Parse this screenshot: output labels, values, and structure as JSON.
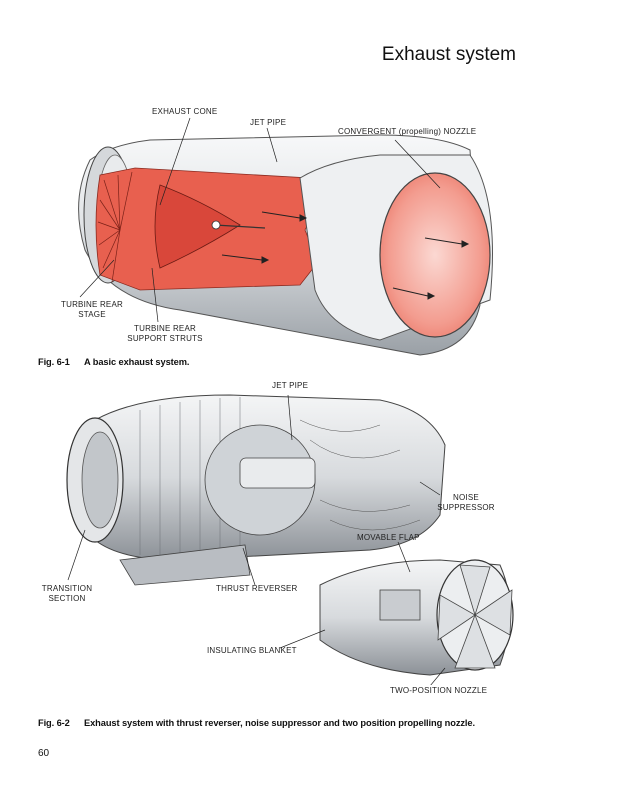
{
  "page": {
    "title": "Exhaust system",
    "page_number": "60"
  },
  "figure1": {
    "number": "Fig. 6-1",
    "caption": "A basic exhaust system.",
    "labels": {
      "exhaust_cone": "EXHAUST CONE",
      "jet_pipe": "JET PIPE",
      "convergent_nozzle": "CONVERGENT (propelling) NOZZLE",
      "turbine_rear_stage_1": "TURBINE REAR",
      "turbine_rear_stage_2": "STAGE",
      "support_struts_1": "TURBINE REAR",
      "support_struts_2": "SUPPORT STRUTS"
    }
  },
  "figure2": {
    "number": "Fig. 6-2",
    "caption": "Exhaust system with thrust reverser, noise suppressor and two position propelling nozzle.",
    "labels": {
      "jet_pipe": "JET PIPE",
      "noise_suppressor_1": "NOISE",
      "noise_suppressor_2": "SUPPRESSOR",
      "movable_flap": "MOVABLE FLAP",
      "transition_1": "TRANSITION",
      "transition_2": "SECTION",
      "thrust_reverser": "THRUST REVERSER",
      "insulating_blanket": "INSULATING BLANKET",
      "two_position_nozzle": "TWO-POSITION NOZZLE"
    }
  },
  "colors": {
    "gas_flow": "#e8604f",
    "nozzle_glow": "#f4a59a",
    "metal_light": "#eef0f2",
    "metal_mid": "#c9ccd0",
    "metal_dark": "#7d8288"
  }
}
